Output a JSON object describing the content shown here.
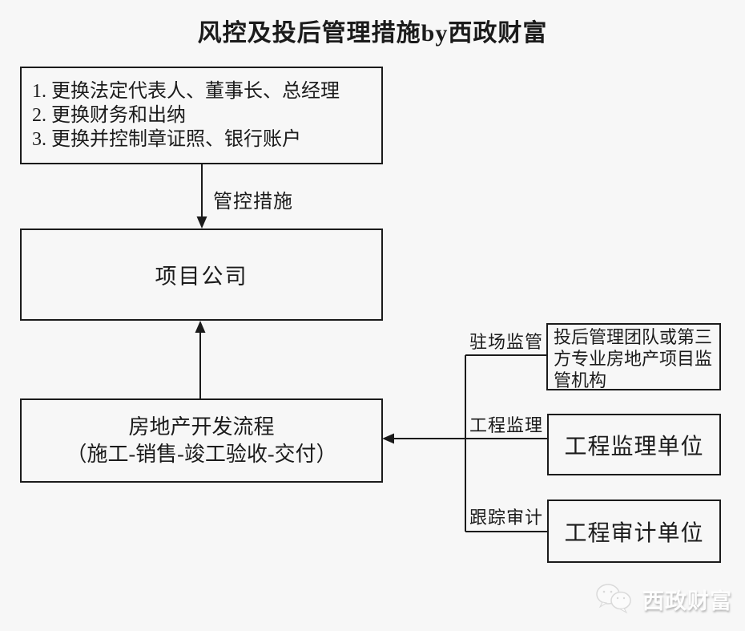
{
  "page": {
    "background_color": "#f7f7f7",
    "line_color": "#1b1b1b"
  },
  "title": "风控及投后管理措施by西政财富",
  "control_measures_box": {
    "items": [
      "1. 更换法定代表人、董事长、总经理",
      "2. 更换财务和出纳",
      "3. 更换并控制章证照、银行账户"
    ]
  },
  "control_arrow_label": "管控措施",
  "project_company_box": {
    "label": "项目公司"
  },
  "development_box": {
    "line1": "房地产开发流程",
    "line2": "（施工-销售-竣工验收-交付）"
  },
  "branches": [
    {
      "label": "驻场监管",
      "box": "投后管理团队或第三方专业房地产项目监管机构"
    },
    {
      "label": "工程监理",
      "box": "工程监理单位"
    },
    {
      "label": "跟踪审计",
      "box": "工程审计单位"
    }
  ],
  "watermark": {
    "icon": "wechat-icon",
    "text": "西政财富"
  }
}
